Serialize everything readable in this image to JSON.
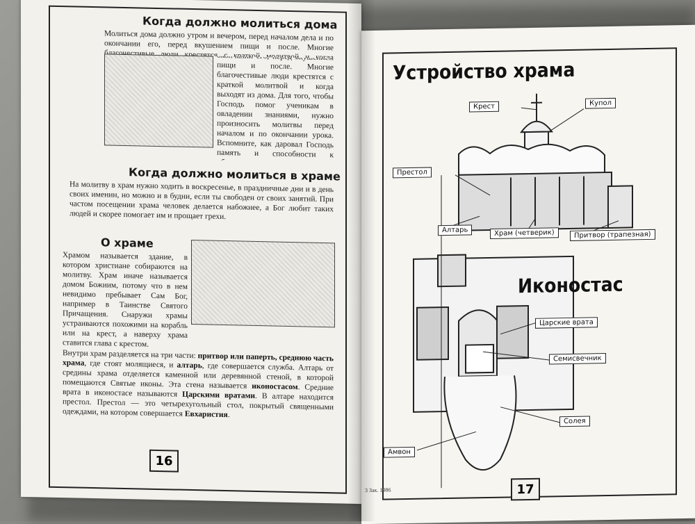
{
  "left_page": {
    "section1": {
      "title": "Когда должно молиться дома",
      "text": "Молиться дома должно утром и вечером, перед началом дела и по окончании его, перед вкушением пищи и после. Многие благочестивые люди крестятся с краткой молитвой и когда выходят из дома. Для того, чтобы Господь помог ученикам в овладении знаниями, нужно произносить молитвы перед началом и по окончании урока. Вспомните, как даровал Господь память и способности к обучению таких угодников Божиих, как Преподобный Сергий Радонежский или Святой праведный Иоанн Кронштадтский."
    },
    "section2": {
      "title": "Когда должно молиться в храме",
      "text": "На молитву в храм нужно ходить в воскресенье, в праздничные дни и в день своих именин, но можно и в будни, если ты свободен от своих занятий. При частом посещении храма человек делается набожнее, а Бог любит таких людей и скорее помогает им и прощает грехи."
    },
    "section3": {
      "title": "О храме",
      "text_a": "Храмом называется здание, в котором христиане собираются на молитву. Храм иначе называется домом Божиим, потому что в нем невидимо пребывает Сам Бог, например в Таинстве Святого Причащения. Снаружи храмы устраиваются похожими на корабль или на крест, а наверху храма ставится глава с крестом.",
      "text_b_1": "Внутри храм разделяется на три части: ",
      "bold_1": "притвор или паперть, среднюю часть храма",
      "text_b_2": ", где стоят молящиеся, и ",
      "bold_2": "алтарь",
      "text_b_3": ", где совершается служба. Алтарь от средины храма отделяется каменной или деревянной стеной, в которой помещаются Святые иконы. Эта стена называется ",
      "bold_3": "иконостасом",
      "text_b_4": ". Средние врата в иконостасе называются ",
      "bold_4": "Царскими вратами",
      "text_b_5": ". В алтаре находится престол. Престол — это четырехугольный стол, покрытый священными одеждами, на котором совершается ",
      "bold_5": "Евхаристия",
      "text_b_6": "."
    },
    "page_number": "16"
  },
  "right_page": {
    "title_top": "Устройство храма",
    "title_bottom": "Иконостас",
    "labels": {
      "krest": "Крест",
      "kupol": "Купол",
      "prestol": "Престол",
      "altar": "Алтарь",
      "khram": "Храм (четверик)",
      "pritvor": "Притвор (трапезная)",
      "tsarskie": "Царские врата",
      "semisvechnik": "Семисвечник",
      "soleya": "Солея",
      "amvon": "Амвон"
    },
    "print_note": "3 Зак. 1986",
    "page_number": "17"
  }
}
